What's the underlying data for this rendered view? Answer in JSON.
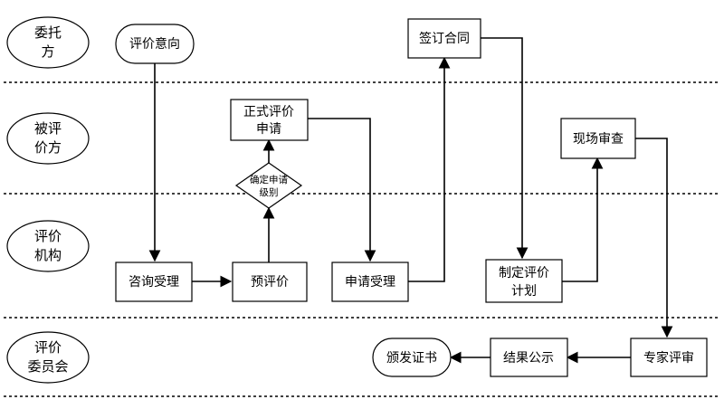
{
  "lanes": [
    {
      "id": "client",
      "lines": [
        "委托",
        "方"
      ]
    },
    {
      "id": "evaluatee",
      "lines": [
        "被评",
        "价方"
      ]
    },
    {
      "id": "agency",
      "lines": [
        "评价",
        "机构"
      ]
    },
    {
      "id": "committee",
      "lines": [
        "评价",
        "委员会"
      ]
    }
  ],
  "nodes": {
    "intent": {
      "lines": [
        "评价意向"
      ]
    },
    "contract": {
      "lines": [
        "签订合同"
      ]
    },
    "formal_apply": {
      "lines": [
        "正式评价",
        "申请"
      ]
    },
    "confirm_level": {
      "lines": [
        "确定申请",
        "级别"
      ]
    },
    "onsite_review": {
      "lines": [
        "现场审查"
      ]
    },
    "consult": {
      "lines": [
        "咨询受理"
      ]
    },
    "pre_eval": {
      "lines": [
        "预评价"
      ]
    },
    "apply_accept": {
      "lines": [
        "申请受理"
      ]
    },
    "make_plan": {
      "lines": [
        "制定评价",
        "计划"
      ]
    },
    "certificate": {
      "lines": [
        "颁发证书"
      ]
    },
    "publish": {
      "lines": [
        "结果公示"
      ]
    },
    "expert_review": {
      "lines": [
        "专家评审"
      ]
    }
  }
}
